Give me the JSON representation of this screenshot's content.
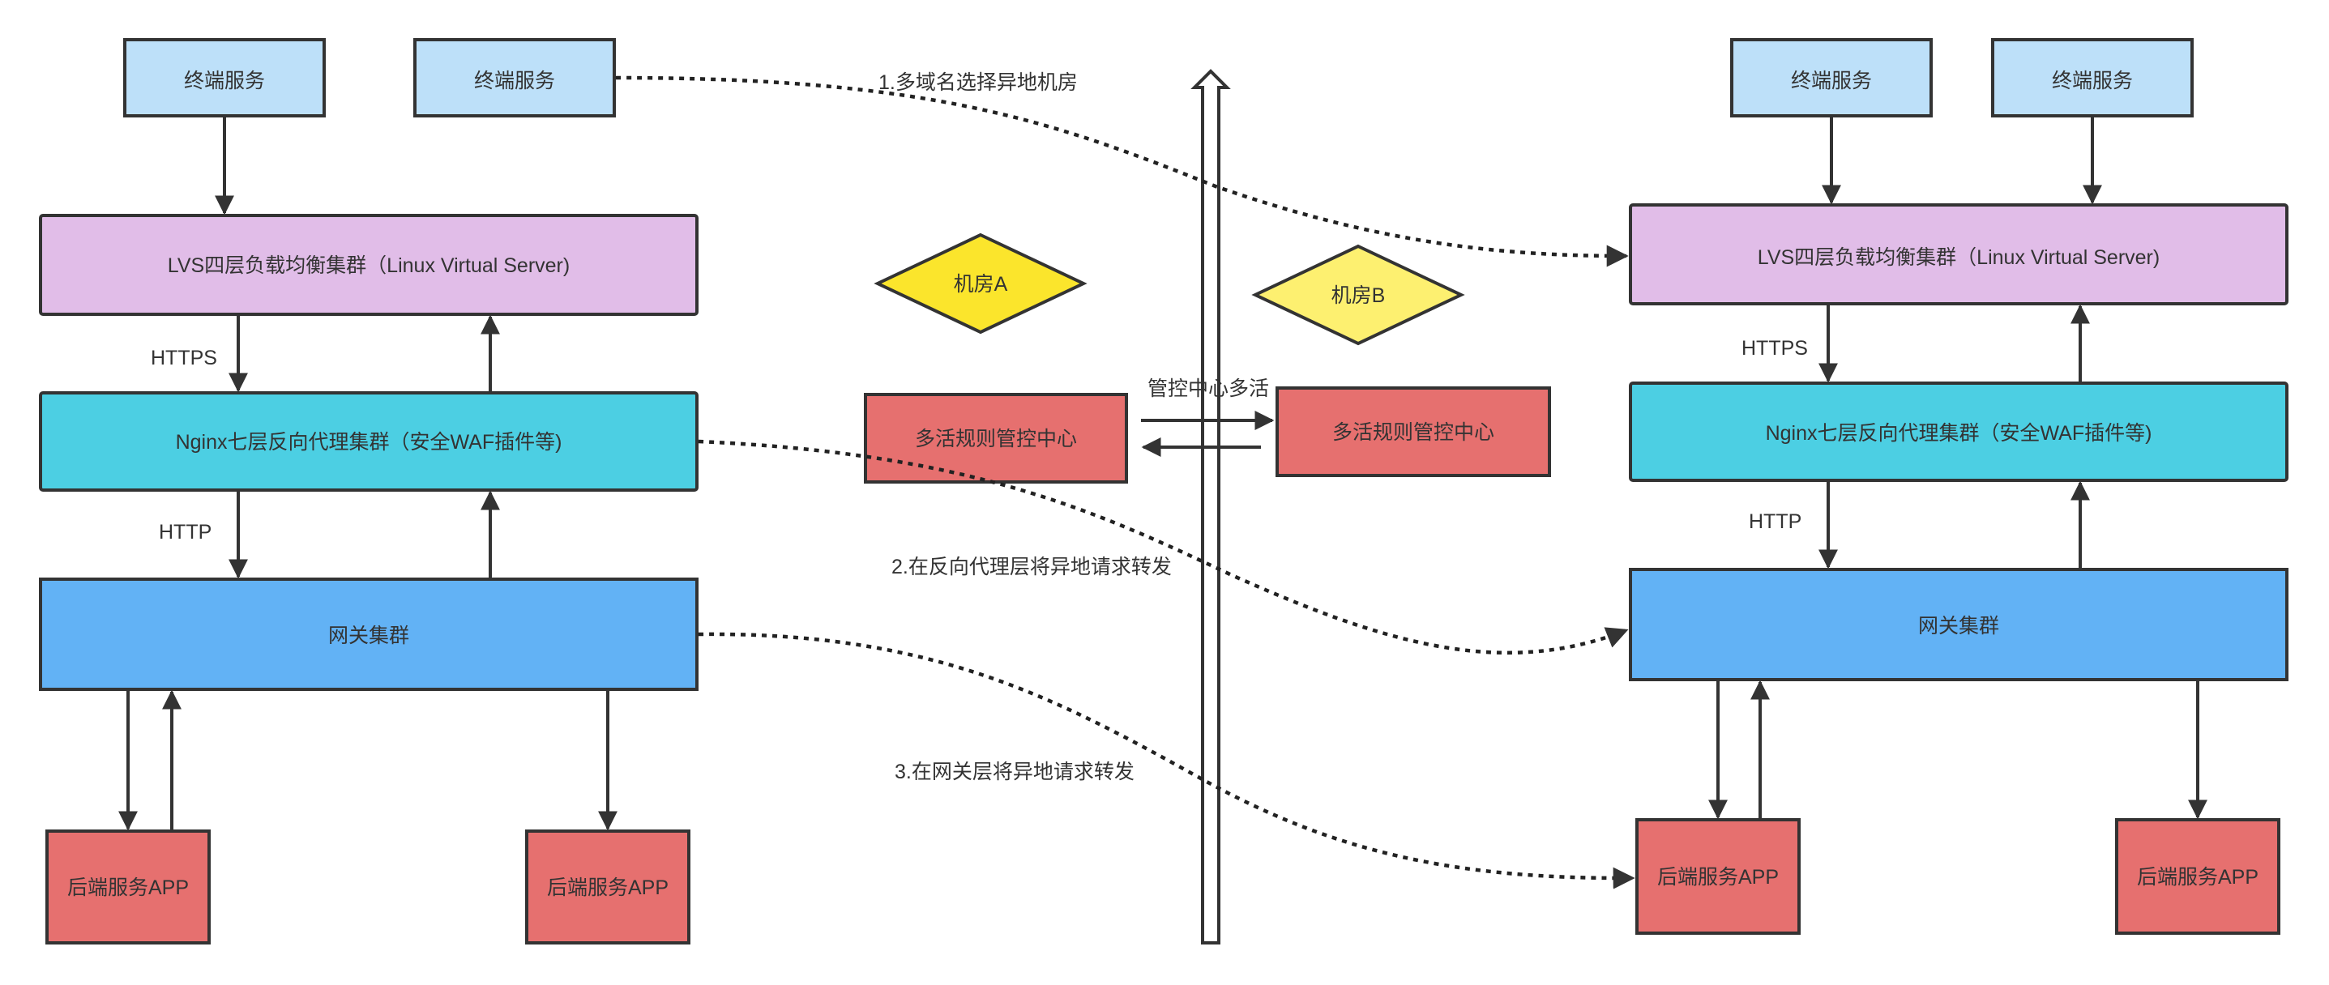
{
  "colors": {
    "terminal": "#bde0f9",
    "lvs": "#e1bde8",
    "nginx": "#4ccfe3",
    "gateway": "#62b2f5",
    "backend": "#e6706f",
    "control": "#e6706f",
    "room_a": "#fbe52c",
    "room_b": "#fdf070",
    "stroke": "#333333"
  },
  "left": {
    "terminal_1": "终端服务",
    "terminal_2": "终端服务",
    "lvs": "LVS四层负载均衡集群（Linux Virtual Server)",
    "nginx": "Nginx七层反向代理集群（安全WAF插件等)",
    "gateway": "网关集群",
    "backend_1": "后端服务APP",
    "backend_2": "后端服务APP",
    "label_https": "HTTPS",
    "label_http": "HTTP"
  },
  "right": {
    "terminal_1": "终端服务",
    "terminal_2": "终端服务",
    "lvs": "LVS四层负载均衡集群（Linux Virtual Server)",
    "nginx": "Nginx七层反向代理集群（安全WAF插件等)",
    "gateway": "网关集群",
    "backend_1": "后端服务APP",
    "backend_2": "后端服务APP",
    "label_https": "HTTPS",
    "label_http": "HTTP"
  },
  "center": {
    "room_a": "机房A",
    "room_b": "机房B",
    "control_a": "多活规则管控中心",
    "control_b": "多活规则管控中心",
    "sync_label": "管控中心多活"
  },
  "flows": {
    "step_1": "1.多域名选择异地机房",
    "step_2": "2.在反向代理层将异地请求转发",
    "step_3": "3.在网关层将异地请求转发"
  }
}
